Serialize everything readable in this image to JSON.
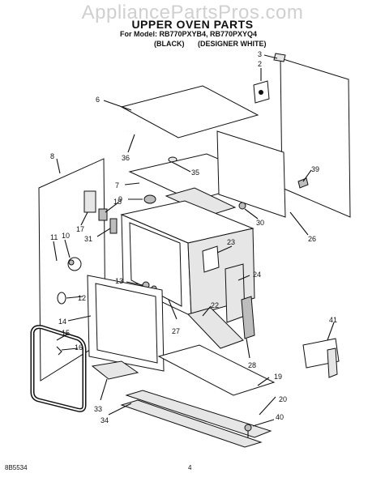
{
  "watermark": "AppliancePartsPros.com",
  "title": "UPPER OVEN PARTS",
  "model_line": "For Model: RB770PXYB4, RB770PXYQ4",
  "colors": [
    "(BLACK)",
    "(DESIGNER WHITE)"
  ],
  "footer": {
    "doc_number": "8B5534",
    "page": "4"
  },
  "callouts": [
    "3",
    "2",
    "6",
    "36",
    "35",
    "39",
    "7",
    "9",
    "8",
    "18",
    "17",
    "30",
    "26",
    "31",
    "11",
    "10",
    "23",
    "24",
    "13",
    "12",
    "22",
    "14",
    "41",
    "27",
    "15",
    "16",
    "28",
    "19",
    "20",
    "33",
    "34",
    "40"
  ]
}
